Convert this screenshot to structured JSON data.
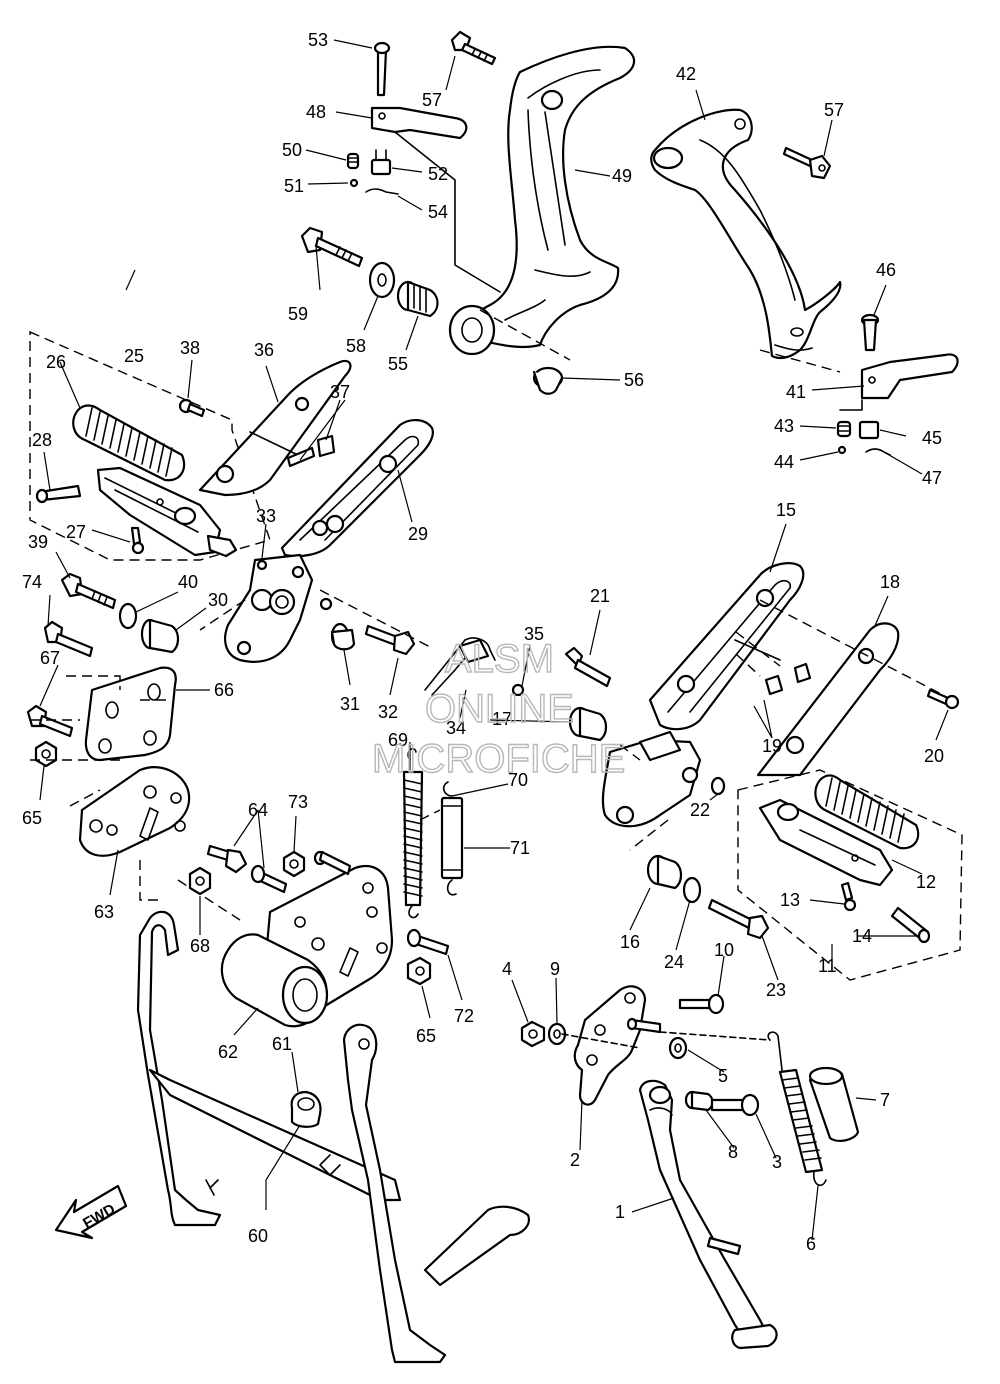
{
  "fwd_label": "FWD",
  "watermark": {
    "line1": "ALSM",
    "line2": "ONLINE",
    "line3": "MICROFICHE"
  },
  "callouts": [
    "1",
    "2",
    "3",
    "4",
    "5",
    "6",
    "7",
    "8",
    "9",
    "10",
    "11",
    "12",
    "13",
    "14",
    "15",
    "16",
    "17",
    "18",
    "19",
    "20",
    "21",
    "22",
    "23",
    "24",
    "25",
    "26",
    "27",
    "28",
    "29",
    "30",
    "31",
    "32",
    "33",
    "34",
    "35",
    "36",
    "37",
    "38",
    "39",
    "40",
    "41",
    "42",
    "43",
    "44",
    "45",
    "46",
    "47",
    "48",
    "49",
    "50",
    "51",
    "52",
    "53",
    "54",
    "55",
    "56",
    "57",
    "57",
    "58",
    "59",
    "60",
    "61",
    "62",
    "63",
    "64",
    "65",
    "65",
    "66",
    "67",
    "68",
    "69",
    "70",
    "71",
    "72",
    "73",
    "74"
  ]
}
